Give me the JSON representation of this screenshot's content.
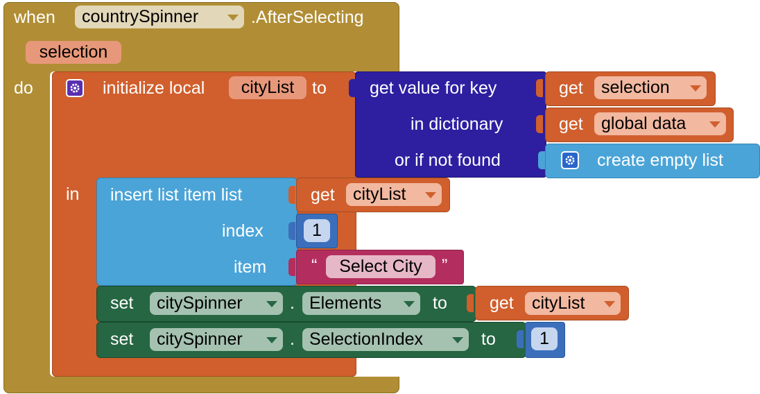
{
  "event_block": {
    "when_label": "when",
    "component": "countrySpinner",
    "event_name": ".AfterSelecting",
    "parameter": "selection",
    "do_label": "do"
  },
  "local_init": {
    "label": "initialize local",
    "variable": "cityList",
    "to_label": "to",
    "in_label": "in",
    "gear_icon": "gear-icon"
  },
  "dictionary_lookup": {
    "key_label": "get value for key",
    "dict_label": "in dictionary",
    "notfound_label": "or if not found"
  },
  "get_selection": {
    "get_label": "get",
    "variable": "selection"
  },
  "get_global": {
    "get_label": "get",
    "variable": "global data"
  },
  "create_list": {
    "label": "create empty list",
    "gear_icon": "gear-icon"
  },
  "insert_list": {
    "label": "insert list item  list",
    "index_label": "index",
    "item_label": "item"
  },
  "get_citylist_1": {
    "get_label": "get",
    "variable": "cityList"
  },
  "index_value": "1",
  "item_text": {
    "open_quote": "“",
    "value": "Select City",
    "close_quote": "”"
  },
  "set_elements": {
    "set_label": "set",
    "component": "citySpinner",
    "dot": ".",
    "property": "Elements",
    "to_label": "to"
  },
  "get_citylist_2": {
    "get_label": "get",
    "variable": "cityList"
  },
  "set_selection_index": {
    "set_label": "set",
    "component": "citySpinner",
    "dot": ".",
    "property": "SelectionIndex",
    "to_label": "to"
  },
  "selection_index_value": "1",
  "colors": {
    "event": "#b18e35",
    "variables": "#d05f2d",
    "dictionary": "#2d1fa0",
    "lists": "#4ba4d7",
    "math": "#3b6fbc",
    "text": "#b32e5f",
    "component_setter": "#266643"
  }
}
